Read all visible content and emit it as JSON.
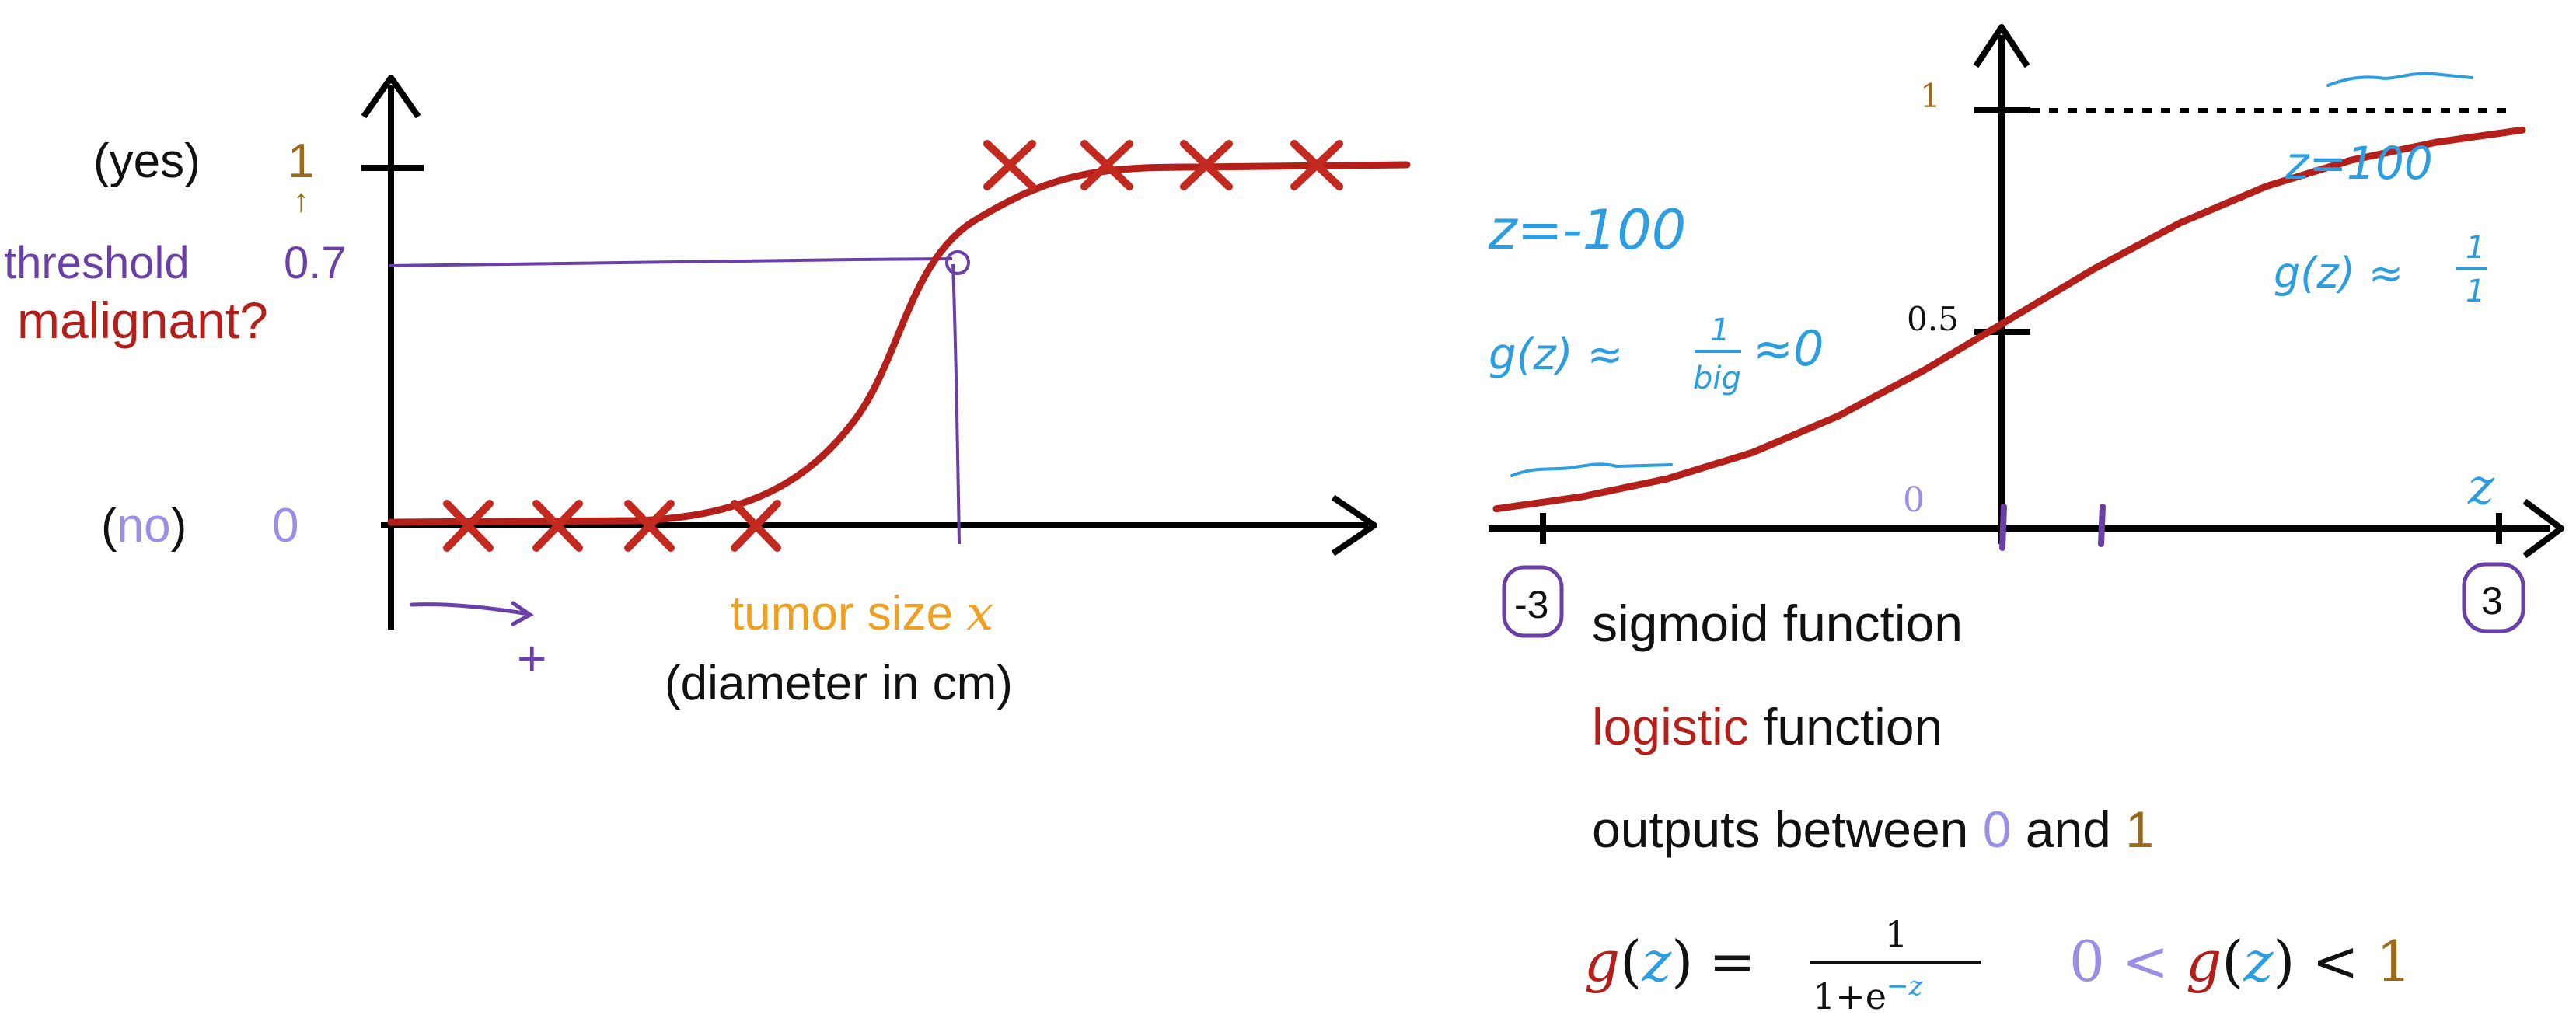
{
  "colors": {
    "axis": "#000000",
    "curve": "#b41f19",
    "cross": "#c4291f",
    "purple": "#6a3fa8",
    "lightpurple": "#9a8fe6",
    "brown": "#9a6a1a",
    "orange": "#f0a020",
    "blue": "#2b9de0",
    "text": "#111111"
  },
  "left_chart": {
    "yes_prefix": "(yes)",
    "yes_value": "1",
    "up_arrow": "↑",
    "threshold_label": "threshold",
    "threshold_value": "0.7",
    "malignant_label": "malignant?",
    "no_prefix": "(",
    "no_word": "no",
    "no_suffix": ")",
    "no_value": "0",
    "x_label_main": "tumor size",
    "x_label_var": "x",
    "x_label_sub": "(diameter in cm)",
    "plus_note": "+"
  },
  "right_chart": {
    "y_tick_one": "1",
    "y_tick_half": "0.5",
    "x_origin": "0",
    "x_axis_var": "z",
    "tick_neg": "-3",
    "tick_pos": "3",
    "note_left_z": "z=-100",
    "note_left_g": "g(z) ≈",
    "note_left_num": "1",
    "note_left_den": "big",
    "note_left_tail": "≈0",
    "note_right_z": "z=100",
    "note_right_g": "g(z) ≈",
    "note_right_num": "1",
    "note_right_den": "1"
  },
  "captions": {
    "sigmoid": "sigmoid function",
    "logistic_word": "logistic",
    "logistic_rest": " function",
    "outputs_prefix": "outputs between ",
    "outputs_zero": "0",
    "outputs_and": " and ",
    "outputs_one": "1",
    "formula_g": "g",
    "formula_z": "z",
    "formula_open": "(",
    "formula_close": ")",
    "formula_eq": "=",
    "formula_num": "1",
    "formula_den_base": "1+e",
    "formula_den_exp": "−z",
    "ineq_zero": "0",
    "ineq_lt1": "<",
    "ineq_g": "g",
    "ineq_z": "z",
    "ineq_open": "(",
    "ineq_close": ")",
    "ineq_lt2": "<",
    "ineq_one": "1"
  },
  "chart_data": {
    "type": "line",
    "x": [
      -3,
      -2.5,
      -2,
      -1.5,
      -1,
      -0.5,
      0,
      0.5,
      1,
      1.5,
      2,
      2.5,
      3
    ],
    "series": [
      {
        "values": [
          0.047,
          0.076,
          0.119,
          0.182,
          0.269,
          0.378,
          0.5,
          0.622,
          0.731,
          0.818,
          0.881,
          0.924,
          0.953
        ]
      }
    ],
    "ylim": [
      0,
      1
    ],
    "xlim": [
      -3,
      3
    ]
  }
}
